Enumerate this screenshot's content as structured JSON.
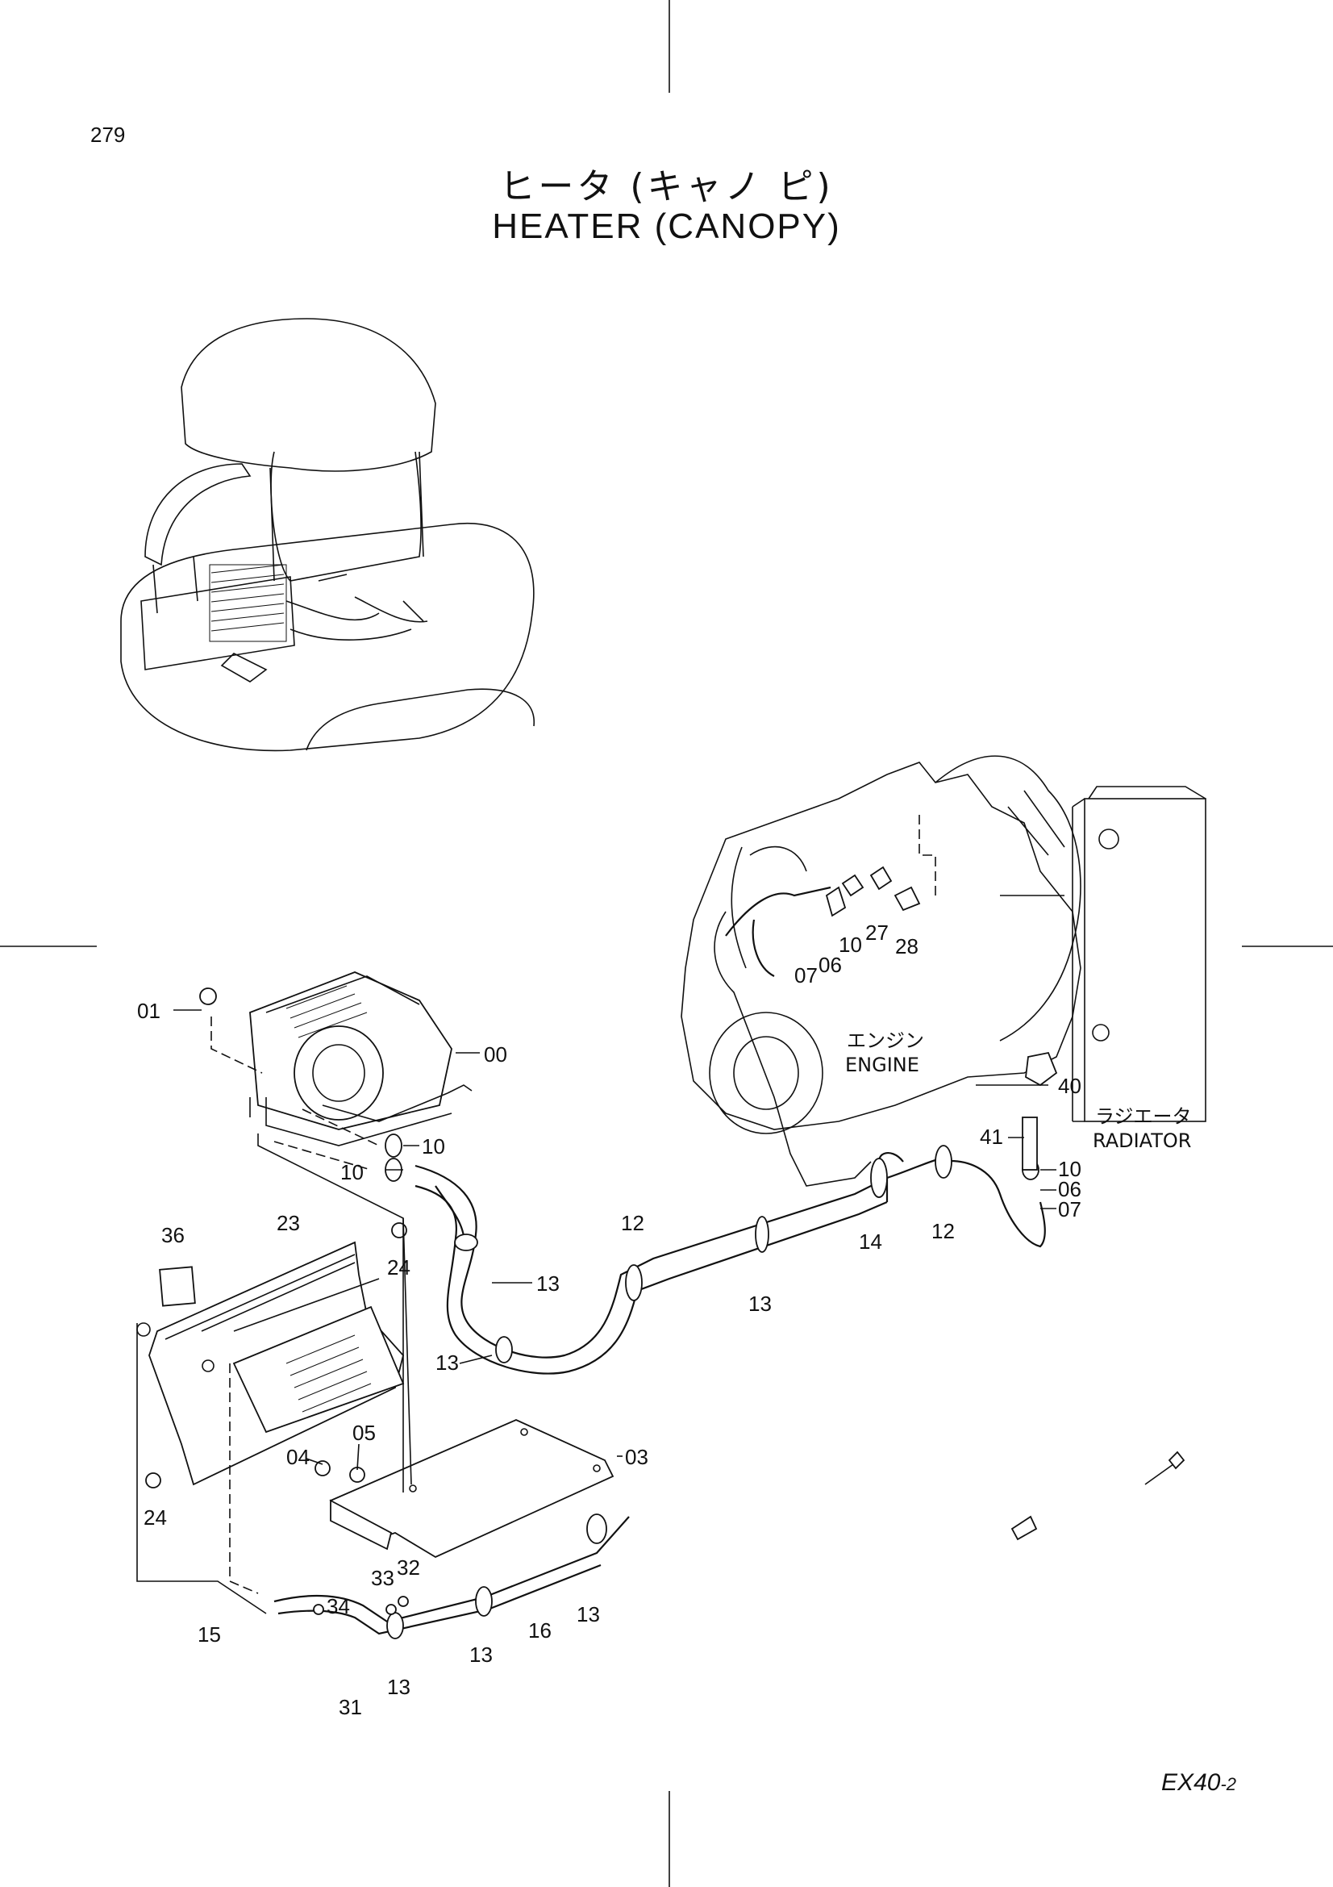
{
  "page": {
    "number": "279",
    "title_jp": "ヒータ (キャノ ピ)",
    "title_en": "HEATER  (CANOPY)",
    "model": "EX40",
    "model_suffix": "-2"
  },
  "zones": {
    "engine_jp": "エンジン",
    "engine_en": "ENGINE",
    "radiator_jp": "ラジエータ",
    "radiator_en": "RADIATOR"
  },
  "callouts": [
    "00",
    "01",
    "03",
    "04",
    "05",
    "06",
    "06",
    "07",
    "07",
    "10",
    "10",
    "10",
    "10",
    "12",
    "12",
    "13",
    "13",
    "13",
    "13",
    "13",
    "13",
    "14",
    "15",
    "16",
    "23",
    "24",
    "24",
    "27",
    "28",
    "31",
    "32",
    "33",
    "34",
    "36",
    "40",
    "41"
  ],
  "colors": {
    "ink": "#111111",
    "paper": "#ffffff"
  }
}
